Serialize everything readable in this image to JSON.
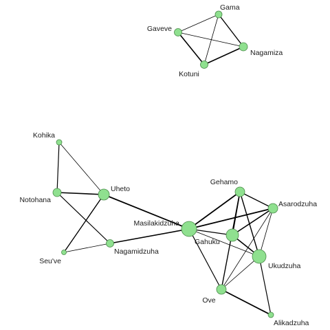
{
  "graph": {
    "node_color": "#8fe08f",
    "edge_color": "#000000",
    "nodes": [
      {
        "id": "gama",
        "label": "Gama"
      },
      {
        "id": "gaveve",
        "label": "Gaveve"
      },
      {
        "id": "nagamiza",
        "label": "Nagamiza"
      },
      {
        "id": "kotuni",
        "label": "Kotuni"
      },
      {
        "id": "kohika",
        "label": "Kohika"
      },
      {
        "id": "notohana",
        "label": "Notohana"
      },
      {
        "id": "uheto",
        "label": "Uheto"
      },
      {
        "id": "seuve",
        "label": "Seu've"
      },
      {
        "id": "nagamidzuha",
        "label": "Nagamidzuha"
      },
      {
        "id": "masilakidzuha",
        "label": "Masilakidzuha"
      },
      {
        "id": "gehamo",
        "label": "Gehamo"
      },
      {
        "id": "asarodzuha",
        "label": "Asarodzuha"
      },
      {
        "id": "gahuku",
        "label": "Gahuku"
      },
      {
        "id": "ukudzuha",
        "label": "Ukudzuha"
      },
      {
        "id": "ove",
        "label": "Ove"
      },
      {
        "id": "alikadzuha",
        "label": "Alikadzuha"
      }
    ],
    "edges": [
      {
        "from": "gama",
        "to": "gaveve"
      },
      {
        "from": "gama",
        "to": "nagamiza"
      },
      {
        "from": "gama",
        "to": "kotuni"
      },
      {
        "from": "gaveve",
        "to": "nagamiza"
      },
      {
        "from": "gaveve",
        "to": "kotuni"
      },
      {
        "from": "nagamiza",
        "to": "kotuni"
      },
      {
        "from": "kohika",
        "to": "notohana"
      },
      {
        "from": "kohika",
        "to": "uheto"
      },
      {
        "from": "notohana",
        "to": "uheto"
      },
      {
        "from": "notohana",
        "to": "nagamidzuha"
      },
      {
        "from": "uheto",
        "to": "seuve"
      },
      {
        "from": "uheto",
        "to": "masilakidzuha"
      },
      {
        "from": "seuve",
        "to": "nagamidzuha"
      },
      {
        "from": "nagamidzuha",
        "to": "masilakidzuha"
      },
      {
        "from": "masilakidzuha",
        "to": "gehamo"
      },
      {
        "from": "masilakidzuha",
        "to": "asarodzuha"
      },
      {
        "from": "masilakidzuha",
        "to": "gahuku"
      },
      {
        "from": "masilakidzuha",
        "to": "ukudzuha"
      },
      {
        "from": "masilakidzuha",
        "to": "ove"
      },
      {
        "from": "gehamo",
        "to": "asarodzuha"
      },
      {
        "from": "gehamo",
        "to": "gahuku"
      },
      {
        "from": "gehamo",
        "to": "ukudzuha"
      },
      {
        "from": "gehamo",
        "to": "ove"
      },
      {
        "from": "asarodzuha",
        "to": "gahuku"
      },
      {
        "from": "asarodzuha",
        "to": "ukudzuha"
      },
      {
        "from": "asarodzuha",
        "to": "ove"
      },
      {
        "from": "gahuku",
        "to": "ukudzuha"
      },
      {
        "from": "ukudzuha",
        "to": "ove"
      },
      {
        "from": "ukudzuha",
        "to": "alikadzuha"
      },
      {
        "from": "ove",
        "to": "alikadzuha"
      }
    ]
  }
}
